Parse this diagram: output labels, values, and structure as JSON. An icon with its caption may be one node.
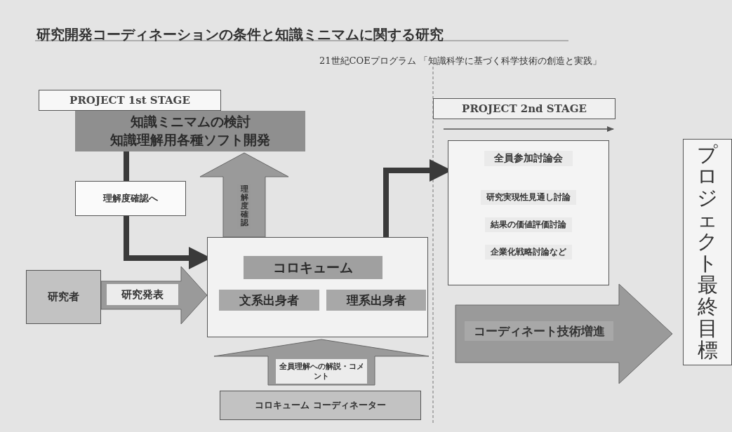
{
  "diagram": {
    "title": "研究開発コーディネーションの条件と知識ミニマムに関する研究",
    "nodes": [
      {
        "text": [
          "PROJECT 1st STAGE"
        ]
      },
      {
        "text": [
          "知識ミニマムの検討",
          "知識理解用各種ソフト開発"
        ]
      },
      {
        "text": [
          "研究者"
        ]
      },
      {
        "text": [],
        "shape": "box"
      },
      {
        "text": [
          "コロキューム"
        ],
        "in": 3
      },
      {
        "text": [
          "文系出身者"
        ],
        "in": 3
      },
      {
        "text": [
          "理系出身者"
        ],
        "in": 3
      },
      {
        "text": [
          "コロキューム コーディネーター"
        ]
      },
      {
        "text": [
          "PROJECT 2nd STAGE"
        ]
      },
      {
        "text": [
          "全員参加討論会",
          "研究実現性見通し討論",
          "結果の価値評価討論",
          "企業化戦略討論など"
        ]
      },
      {
        "text": [
          "プロジェクト最終目標"
        ]
      }
    ],
    "edges": [
      {
        "from": 1,
        "to": 3,
        "arrow": "to",
        "label": "理解度確認へ"
      },
      {
        "from": 3,
        "to": 1,
        "arrow": "to",
        "label": "理解度確認",
        "style": "thick"
      },
      {
        "from": 2,
        "to": 3,
        "arrow": "to",
        "label": "研究発表",
        "style": "thick"
      },
      {
        "from": 7,
        "to": 3,
        "arrow": "to",
        "label": "全員理解への解説・コメント",
        "style": "thick"
      },
      {
        "from": 3,
        "to": 9,
        "arrow": "to"
      },
      {
        "from": null,
        "to": 10,
        "arrow": "to",
        "label": "コーディネート技術増進",
        "style": "thick"
      }
    ],
    "labels": [
      "21世紀COEプログラム 「知識科学に基づく科学技術の創造と実践」"
    ]
  }
}
